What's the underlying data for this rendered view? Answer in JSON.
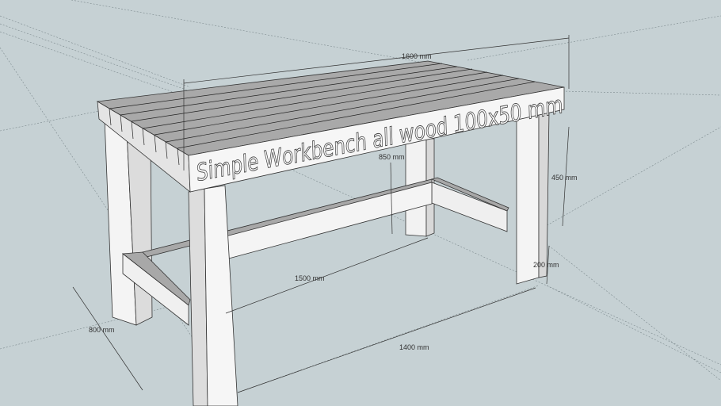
{
  "model": {
    "title_text": "Simple Workbench all wood 100x50 mm",
    "dimensions": {
      "top_length": "1600 mm",
      "height": "850 mm",
      "apron_to_rail": "450 mm",
      "rail_height": "200 mm",
      "rail_length": "1500 mm",
      "depth": "800 mm",
      "leg_span": "1400 mm"
    }
  },
  "colors": {
    "background": "#c6d1d4",
    "wood_face": "#f4f4f4",
    "wood_shade": "#c9c9c9",
    "top_surface": "#a9a9a9",
    "edge": "#333333"
  }
}
